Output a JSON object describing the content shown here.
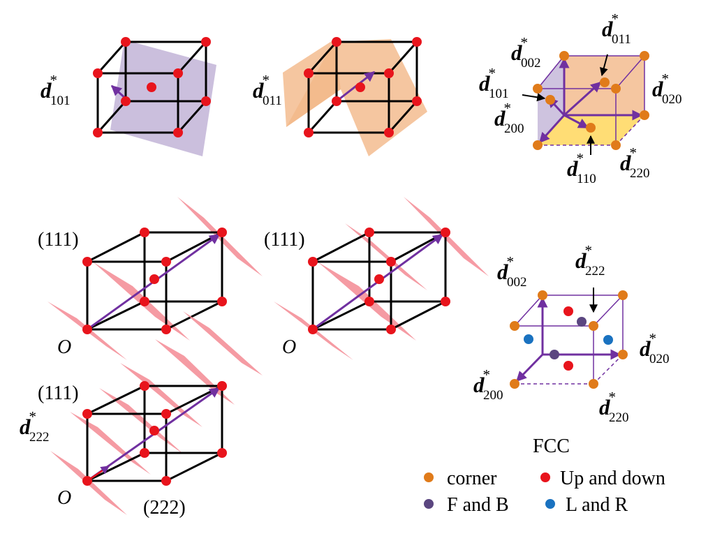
{
  "colors": {
    "corner": "#e07b1a",
    "up_down": "#e8141c",
    "front_back": "#5b4680",
    "left_right": "#1a72c0",
    "arrow": "#7030a0",
    "plane_purple": "#b9a9d2",
    "plane_orange": "#f2b888",
    "plane_pink": "#f48a94",
    "face_yellow": "#ffd966",
    "edge": "#000000"
  },
  "labels": {
    "d101": {
      "base": "d",
      "sup": "*",
      "sub": "101"
    },
    "d011": {
      "base": "d",
      "sup": "*",
      "sub": "011"
    },
    "tr_d011": {
      "base": "d",
      "sup": "*",
      "sub": "011"
    },
    "tr_d002": {
      "base": "d",
      "sup": "*",
      "sub": "002"
    },
    "tr_d101": {
      "base": "d",
      "sup": "*",
      "sub": "101"
    },
    "tr_d200": {
      "base": "d",
      "sup": "*",
      "sub": "200"
    },
    "tr_d020": {
      "base": "d",
      "sup": "*",
      "sub": "020"
    },
    "tr_d110": {
      "base": "d",
      "sup": "*",
      "sub": "110"
    },
    "tr_d220": {
      "base": "d",
      "sup": "*",
      "sub": "220"
    },
    "br_d002": {
      "base": "d",
      "sup": "*",
      "sub": "002"
    },
    "br_d222": {
      "base": "d",
      "sup": "*",
      "sub": "222"
    },
    "br_d020": {
      "base": "d",
      "sup": "*",
      "sub": "020"
    },
    "br_d200": {
      "base": "d",
      "sup": "*",
      "sub": "200"
    },
    "br_d220": {
      "base": "d",
      "sup": "*",
      "sub": "220"
    },
    "bl_d222": {
      "base": "d",
      "sup": "*",
      "sub": "222"
    }
  },
  "plane_111_a": "(111)",
  "plane_111_b": "(111)",
  "plane_111_c": "(111)",
  "plane_222": "(222)",
  "origin_a": "O",
  "origin_b": "O",
  "origin_c": "O",
  "legend": {
    "title": "FCC",
    "corner": "corner",
    "up_down": "Up and down",
    "front_back": "F and B",
    "left_right": "L and R"
  }
}
